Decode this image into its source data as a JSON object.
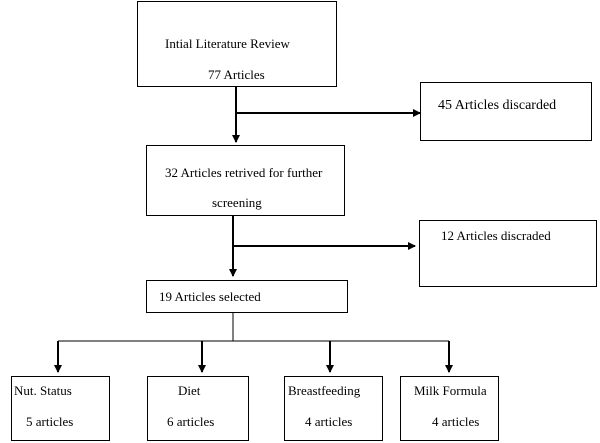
{
  "diagram": {
    "review": {
      "line1": "Intial Literature Review",
      "line2": "77 Articles"
    },
    "discard1": {
      "label": "45 Articles discarded"
    },
    "screen": {
      "line1": "32 Articles retrived for further",
      "line2": "screening"
    },
    "discard2": {
      "label": "12 Articles discraded"
    },
    "selected": {
      "label": "19 Articles  selected"
    },
    "categories": [
      {
        "name": "Nut. Status",
        "count": "5  articles"
      },
      {
        "name": "Diet",
        "count": "6 articles"
      },
      {
        "name": "Breastfeeding",
        "count": "4 articles"
      },
      {
        "name": "Milk Formula",
        "count": "4 articles"
      }
    ]
  }
}
